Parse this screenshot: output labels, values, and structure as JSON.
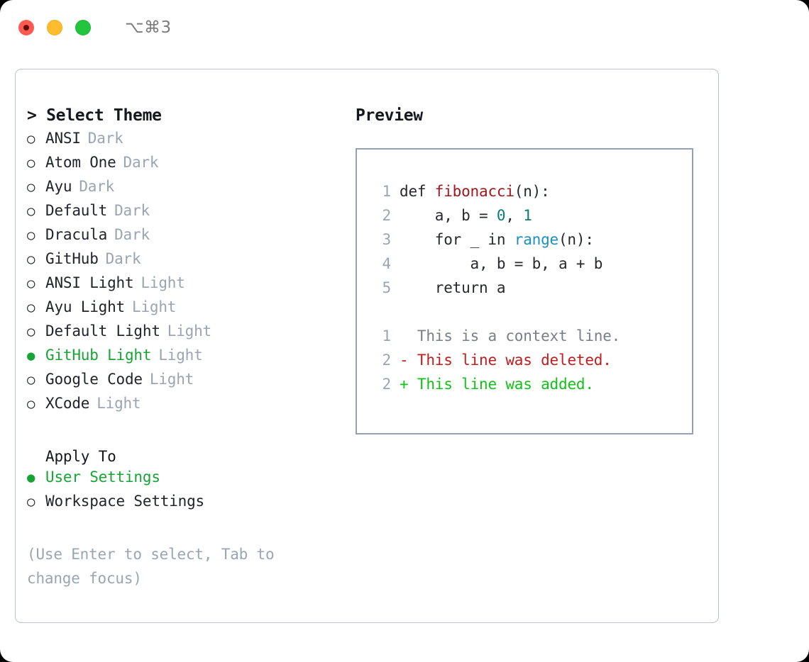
{
  "titlebar": {
    "shortcut": "⌥⌘3",
    "lights": [
      {
        "name": "close-button",
        "color": "#ff5a52"
      },
      {
        "name": "minimize-button",
        "color": "#ffbd2e"
      },
      {
        "name": "maximize-button",
        "color": "#23c53f"
      }
    ]
  },
  "colors": {
    "accent_green": "#16a534",
    "added_green": "#10c218",
    "deleted_red": "#c21c1c",
    "muted": "#9aa5b4",
    "border": "#b9c2d0",
    "preview_border": "#95a0b3",
    "fn_red": "#a3161a",
    "num_teal": "#0a7d77",
    "call_blue": "#1c8ec4"
  },
  "theme_list": {
    "header": "> Select Theme",
    "items": [
      {
        "bullet": "○",
        "label": "ANSI",
        "tag": "Dark",
        "selected": false
      },
      {
        "bullet": "○",
        "label": "Atom One",
        "tag": "Dark",
        "selected": false
      },
      {
        "bullet": "○",
        "label": "Ayu",
        "tag": "Dark",
        "selected": false
      },
      {
        "bullet": "○",
        "label": "Default",
        "tag": "Dark",
        "selected": false
      },
      {
        "bullet": "○",
        "label": "Dracula",
        "tag": "Dark",
        "selected": false
      },
      {
        "bullet": "○",
        "label": "GitHub",
        "tag": "Dark",
        "selected": false
      },
      {
        "bullet": "○",
        "label": "ANSI Light",
        "tag": "Light",
        "selected": false
      },
      {
        "bullet": "○",
        "label": "Ayu Light",
        "tag": "Light",
        "selected": false
      },
      {
        "bullet": "○",
        "label": "Default Light",
        "tag": "Light",
        "selected": false
      },
      {
        "bullet": "●",
        "label": "GitHub Light",
        "tag": "Light",
        "selected": true
      },
      {
        "bullet": "○",
        "label": "Google Code",
        "tag": "Light",
        "selected": false
      },
      {
        "bullet": "○",
        "label": "XCode",
        "tag": "Light",
        "selected": false
      }
    ]
  },
  "apply_to": {
    "header": "Apply To",
    "items": [
      {
        "bullet": "●",
        "label": "User Settings",
        "selected": true
      },
      {
        "bullet": "○",
        "label": "Workspace Settings",
        "selected": false
      }
    ]
  },
  "hint": "(Use Enter to select, Tab to change focus)",
  "preview": {
    "header": "Preview",
    "code_lines": [
      {
        "lineno": "1",
        "parts": [
          {
            "text": "def ",
            "style": "plain"
          },
          {
            "text": "fibonacci",
            "style": "fn"
          },
          {
            "text": "(n):",
            "style": "plain"
          }
        ]
      },
      {
        "lineno": "2",
        "parts": [
          {
            "text": "    a, b = ",
            "style": "plain"
          },
          {
            "text": "0",
            "style": "num"
          },
          {
            "text": ", ",
            "style": "plain"
          },
          {
            "text": "1",
            "style": "num"
          }
        ]
      },
      {
        "lineno": "3",
        "parts": [
          {
            "text": "    for _ in ",
            "style": "plain"
          },
          {
            "text": "range",
            "style": "call"
          },
          {
            "text": "(n):",
            "style": "plain"
          }
        ]
      },
      {
        "lineno": "4",
        "parts": [
          {
            "text": "        a, b = b, a + b",
            "style": "plain"
          }
        ]
      },
      {
        "lineno": "5",
        "parts": [
          {
            "text": "    return a",
            "style": "plain"
          }
        ]
      }
    ],
    "diff_lines": [
      {
        "lineno": "1",
        "marker": " ",
        "text": "This is a context line.",
        "kind": "context"
      },
      {
        "lineno": "2",
        "marker": "-",
        "text": "This line was deleted.",
        "kind": "deleted"
      },
      {
        "lineno": "2",
        "marker": "+",
        "text": "This line was added.",
        "kind": "added"
      }
    ]
  }
}
